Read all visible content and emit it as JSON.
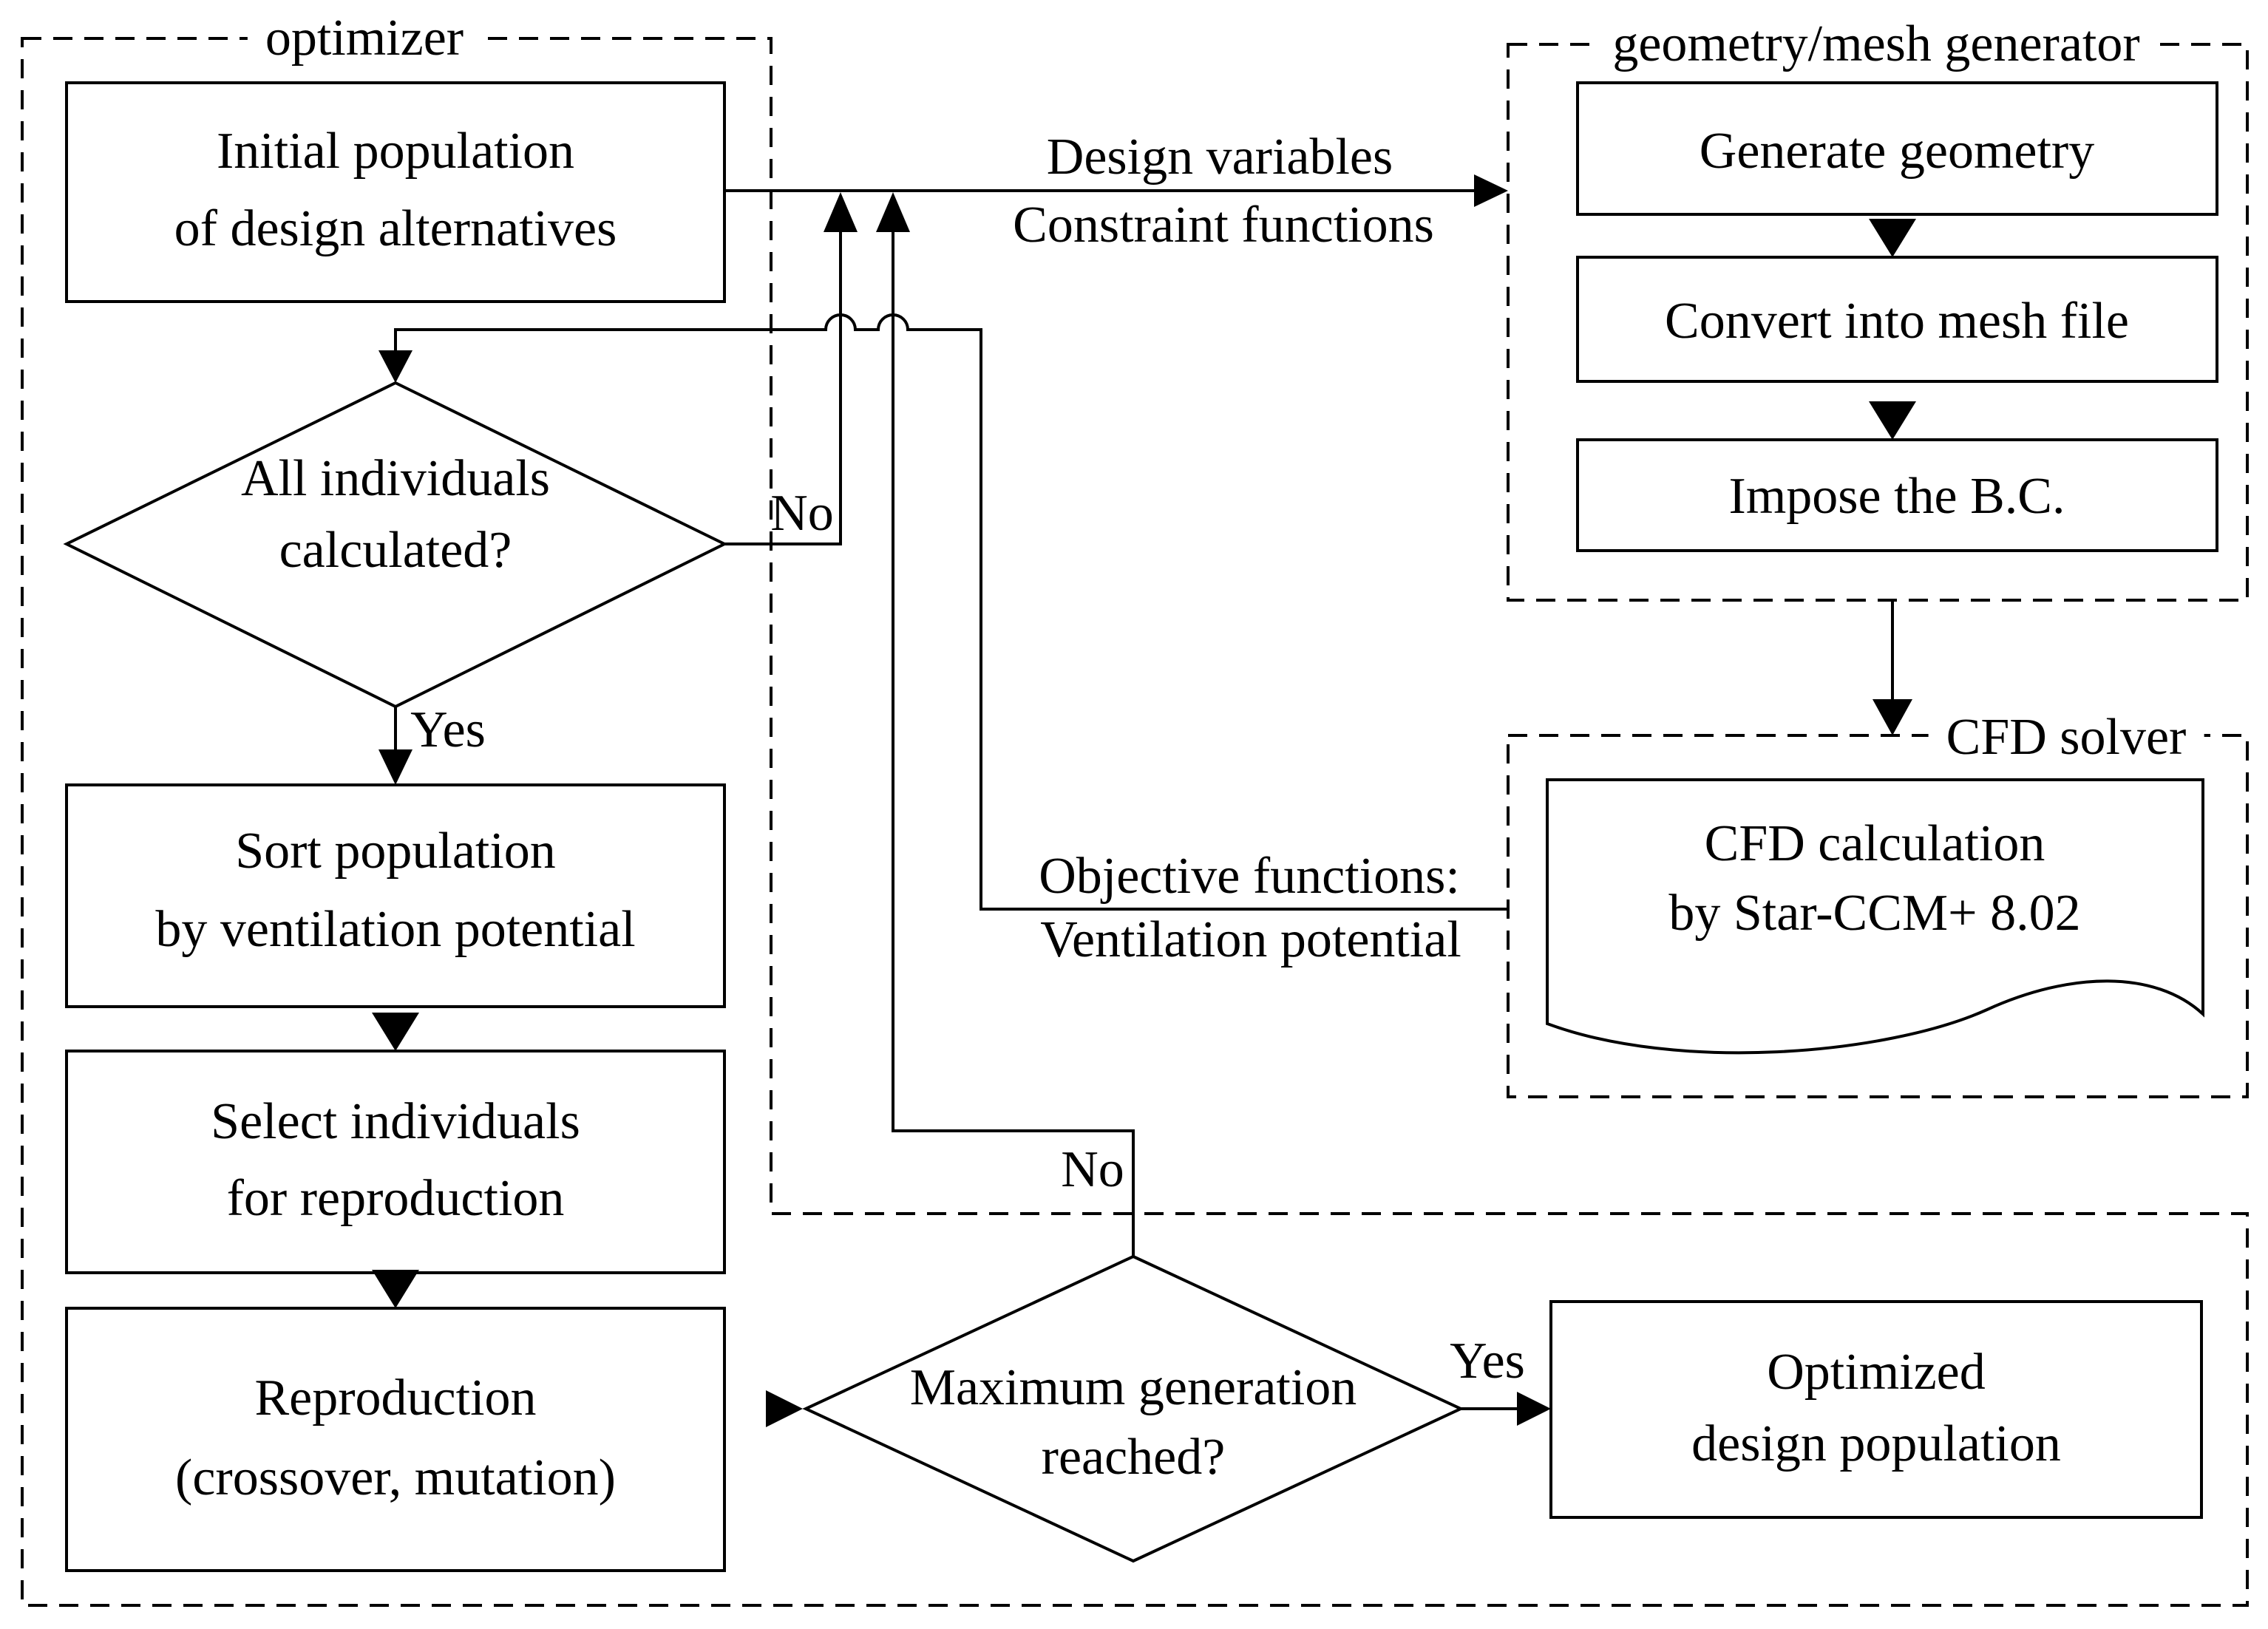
{
  "page": {
    "paper": "#ffffff",
    "ink": "#000000"
  },
  "groups": {
    "optimizer": {
      "label": "optimizer"
    },
    "geometry_mesh_generator": {
      "label": "geometry/mesh generator"
    },
    "cfd_solver": {
      "label": "CFD solver"
    }
  },
  "nodes": {
    "initial_population": {
      "line1": "Initial population",
      "line2": "of design alternatives"
    },
    "all_individuals_calculated": {
      "line1": "All individuals",
      "line2": "calculated?"
    },
    "sort_population": {
      "line1": "Sort population",
      "line2": "by ventilation potential"
    },
    "select_individuals": {
      "line1": "Select individuals",
      "line2": "for reproduction"
    },
    "reproduction": {
      "line1": "Reproduction",
      "line2": "(crossover, mutation)"
    },
    "maximum_generation_reached": {
      "line1": "Maximum generation",
      "line2": "reached?"
    },
    "optimized_design_population": {
      "line1": "Optimized",
      "line2": "design population"
    },
    "generate_geometry": {
      "label": "Generate geometry"
    },
    "convert_into_mesh_file": {
      "label": "Convert into mesh file"
    },
    "impose_bc": {
      "label": "Impose the B.C."
    },
    "cfd_calculation": {
      "line1": "CFD calculation",
      "line2": "by Star-CCM+ 8.02"
    }
  },
  "edge_labels": {
    "design_variables": {
      "line1": "Design variables",
      "line2": "Constraint functions"
    },
    "objective_functions": {
      "line1": "Objective functions:",
      "line2": "Ventilation potential"
    },
    "all_individuals_no": "No",
    "all_individuals_yes": "Yes",
    "max_generation_no": "No",
    "max_generation_yes": "Yes"
  }
}
